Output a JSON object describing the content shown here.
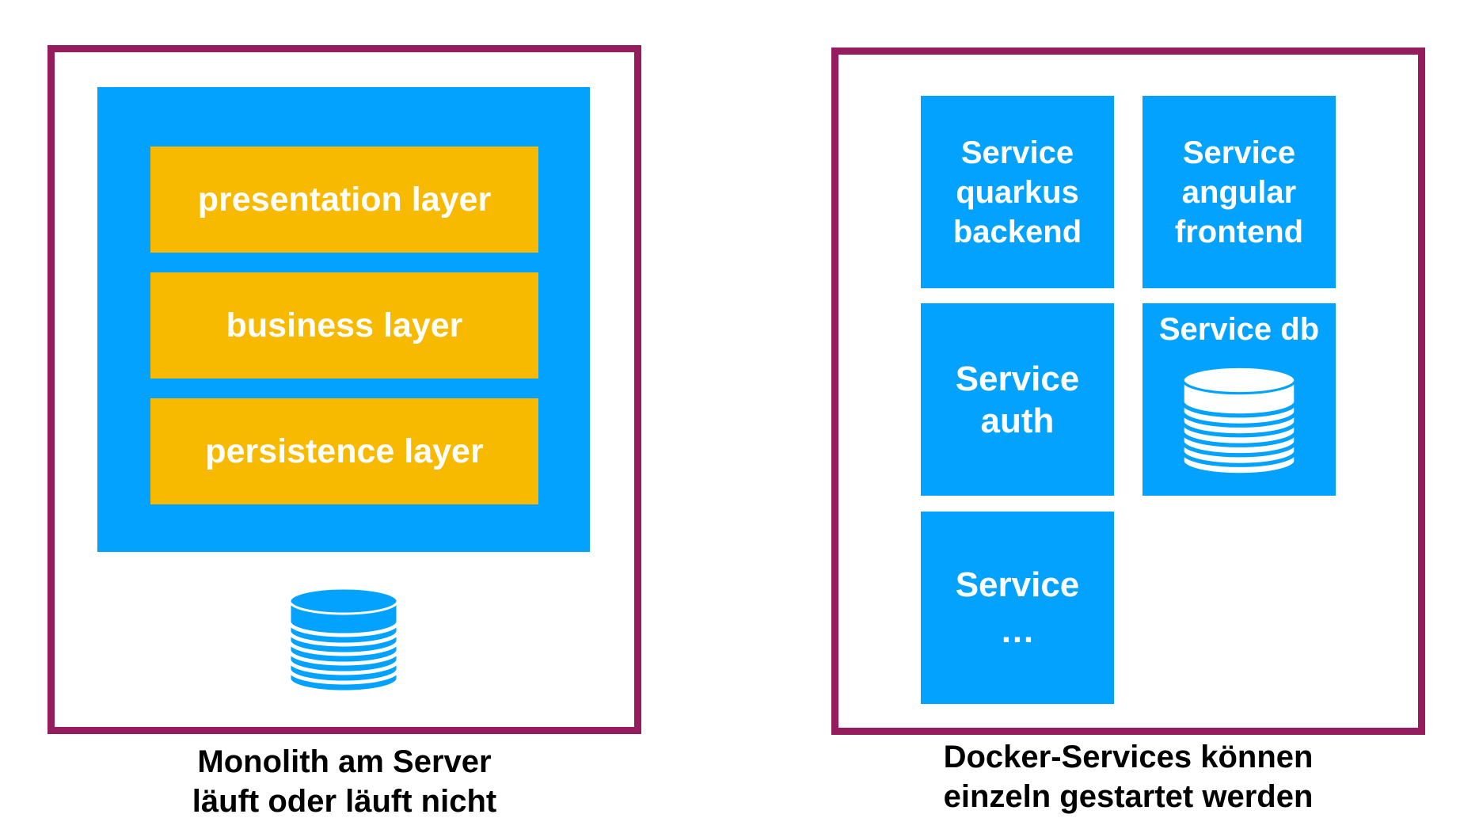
{
  "colors": {
    "frame": "#951c5d",
    "app_blue": "#02a2fe",
    "layer_orange": "#f8b901",
    "text_light": "#ffffff",
    "text_dark": "#000000"
  },
  "monolith": {
    "layers": [
      "presentation layer",
      "business layer",
      "persistence layer"
    ],
    "database_icon": "database-icon",
    "caption": [
      "Monolith am Server",
      "läuft oder läuft nicht"
    ]
  },
  "docker": {
    "services": {
      "quarkus": [
        "Service",
        "quarkus",
        "backend"
      ],
      "angular": [
        "Service",
        "angular",
        "frontend"
      ],
      "auth": [
        "Service",
        "auth"
      ],
      "db": "Service db",
      "more": [
        "Service",
        "…"
      ]
    },
    "database_icon": "database-icon",
    "caption": [
      "Docker-Services können",
      "einzeln gestartet werden"
    ]
  }
}
